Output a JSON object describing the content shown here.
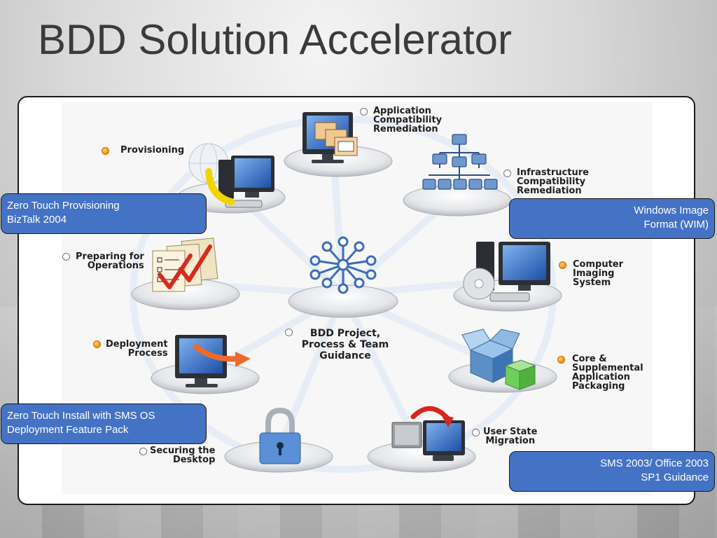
{
  "title": "BDD Solution Accelerator",
  "colors": {
    "callout_fill": "#4472c4",
    "active_bullet": "#f39200",
    "inactive_bullet": "#ffffff"
  },
  "hub": {
    "label": "BDD Project,\nProcess & Team\nGuidance",
    "icon": "network-hub-icon",
    "active": false
  },
  "nodes": [
    {
      "id": "app-compat",
      "label": "Application\nCompatibility\nRemediation",
      "icon": "monitor-with-windows-icon",
      "active": false
    },
    {
      "id": "infra-compat",
      "label": "Infrastructure\nCompatibility\nRemediation",
      "icon": "org-network-icon",
      "active": false
    },
    {
      "id": "imaging",
      "label": "Computer\nImaging\nSystem",
      "icon": "computer-with-disc-icon",
      "active": true
    },
    {
      "id": "packaging",
      "label": "Core &\nSupplemental\nApplication\nPackaging",
      "icon": "package-box-icon",
      "active": true
    },
    {
      "id": "user-state",
      "label": "User State\nMigration",
      "icon": "computer-migration-icon",
      "active": false
    },
    {
      "id": "securing",
      "label": "Securing the\nDesktop",
      "icon": "padlock-icon",
      "active": false
    },
    {
      "id": "deployment",
      "label": "Deployment\nProcess",
      "icon": "monitor-arrow-icon",
      "active": true
    },
    {
      "id": "operations",
      "label": "Preparing for\nOperations",
      "icon": "checklist-documents-icon",
      "active": false
    },
    {
      "id": "provisioning",
      "label": "Provisioning",
      "icon": "globe-computer-icon",
      "active": true
    }
  ],
  "callouts": [
    {
      "id": "zero-touch-provisioning",
      "text": "Zero Touch Provisioning\nBizTalk 2004"
    },
    {
      "id": "wim",
      "text": "Windows Image\nFormat (WIM)"
    },
    {
      "id": "zero-touch-install",
      "text": "Zero Touch Install with SMS OS\nDeployment Feature Pack"
    },
    {
      "id": "sms-office",
      "text": "SMS 2003/ Office 2003\nSP1 Guidance"
    }
  ]
}
